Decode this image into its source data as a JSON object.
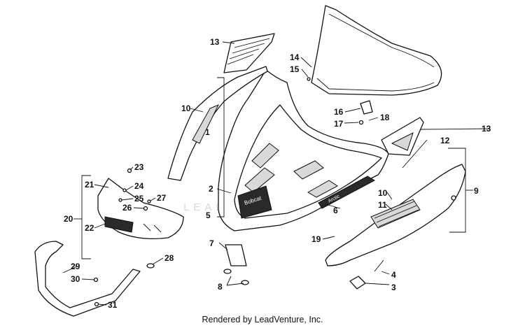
{
  "callouts": {
    "c1": "1",
    "c2": "2",
    "c3": "3",
    "c4": "4",
    "c5": "5",
    "c6": "6",
    "c7": "7",
    "c8": "8",
    "c9": "9",
    "c10a": "10",
    "c10b": "10",
    "c11": "11",
    "c12": "12",
    "c13a": "13",
    "c13b": "13",
    "c14": "14",
    "c15": "15",
    "c16": "16",
    "c17": "17",
    "c18": "18",
    "c19": "19",
    "c20": "20",
    "c21": "21",
    "c22": "22",
    "c23": "23",
    "c24": "24",
    "c25": "25",
    "c26": "26",
    "c27": "27",
    "c28": "28",
    "c29": "29",
    "c30": "30",
    "c31": "31"
  },
  "hood_decal": "Bobcat",
  "hood_decal_side": "Arctic",
  "watermark": "LEADVENTURE",
  "footer": "Rendered by LeadVenture, Inc."
}
